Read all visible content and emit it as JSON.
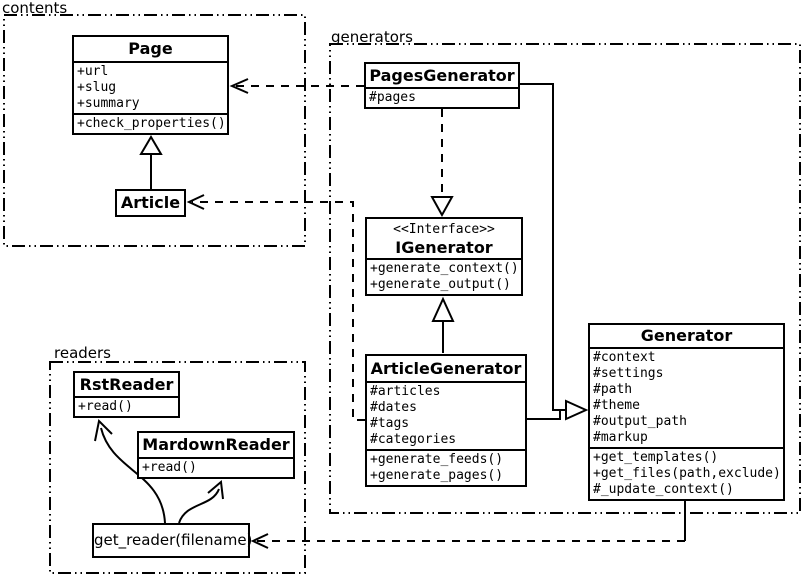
{
  "diagram_type": "uml-class-diagram",
  "colors": {
    "stroke": "#000000",
    "background": "#ffffff"
  },
  "packages": {
    "contents": {
      "label": "contents"
    },
    "generators": {
      "label": "generators"
    },
    "readers": {
      "label": "readers"
    }
  },
  "classes": {
    "page": {
      "name": "Page",
      "attributes": [
        "+url",
        "+slug",
        "+summary"
      ],
      "methods": [
        "+check_properties()"
      ]
    },
    "article": {
      "name": "Article"
    },
    "pages_generator": {
      "name": "PagesGenerator",
      "attributes": [
        "#pages"
      ]
    },
    "igenerator": {
      "stereotype": "<<Interface>>",
      "name": "IGenerator",
      "methods": [
        "+generate_context()",
        "+generate_output()"
      ]
    },
    "article_generator": {
      "name": "ArticleGenerator",
      "attributes": [
        "#articles",
        "#dates",
        "#tags",
        "#categories"
      ],
      "methods": [
        "+generate_feeds()",
        "+generate_pages()"
      ]
    },
    "generator": {
      "name": "Generator",
      "attributes": [
        "#context",
        "#settings",
        "#path",
        "#theme",
        "#output_path",
        "#markup"
      ],
      "methods": [
        "+get_templates()",
        "+get_files(path,exclude)",
        "#_update_context()"
      ]
    },
    "rst_reader": {
      "name": "RstReader",
      "methods": [
        "+read()"
      ]
    },
    "mardown_reader": {
      "name": "MardownReader",
      "methods": [
        "+read()"
      ]
    },
    "get_reader": {
      "name": "get_reader(filename)"
    }
  },
  "relations": [
    {
      "from": "Article",
      "to": "Page",
      "type": "generalization"
    },
    {
      "from": "PagesGenerator",
      "to": "Page",
      "type": "dependency"
    },
    {
      "from": "ArticleGenerator",
      "to": "Article",
      "type": "dependency"
    },
    {
      "from": "PagesGenerator",
      "to": "IGenerator",
      "type": "realization"
    },
    {
      "from": "ArticleGenerator",
      "to": "IGenerator",
      "type": "generalization"
    },
    {
      "from": "PagesGenerator",
      "to": "Generator",
      "type": "generalization"
    },
    {
      "from": "ArticleGenerator",
      "to": "Generator",
      "type": "generalization"
    },
    {
      "from": "Generator",
      "to": "get_reader(filename)",
      "type": "dependency"
    },
    {
      "from": "get_reader(filename)",
      "to": "RstReader",
      "type": "arrow"
    },
    {
      "from": "get_reader(filename)",
      "to": "MardownReader",
      "type": "arrow"
    }
  ]
}
